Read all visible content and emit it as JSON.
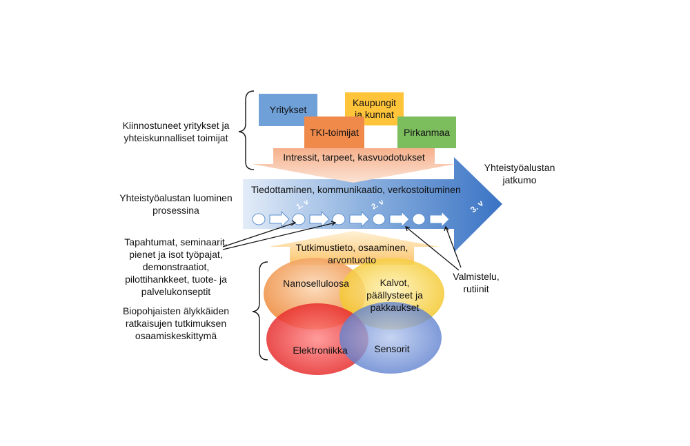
{
  "left_labels": {
    "actors": [
      "Kiinnostuneet yritykset ja",
      "yhteiskunnalliset toimijat"
    ],
    "process": [
      "Yhteistyöalustan luominen",
      "prosessina"
    ],
    "events": [
      "Tapahtumat, seminaarit,",
      "pienet ja isot työpajat,",
      "demonstraatiot,",
      "pilottihankkeet, tuote- ja",
      "palvelukonseptit"
    ],
    "research": [
      "Biopohjaisten älykkäiden",
      "ratkaisujen tutkimuksen",
      "osaamiskeskittymä"
    ]
  },
  "right_labels": {
    "continuation": [
      "Yhteistyöalustan",
      "jatkumo"
    ],
    "preparation": [
      "Valmistelu,",
      "rutiinit"
    ]
  },
  "actor_boxes": {
    "yritykset": "Yritykset",
    "kaupungit": [
      "Kaupungit",
      "ja kunnat"
    ],
    "tki": "TKI-toimijat",
    "pirkanmaa": "Pirkanmaa"
  },
  "interests_arrow": "Intressit, tarpeet, kasvuodotukset",
  "main_arrow": {
    "title": "Tiedottaminen, kommunikaatio, verkostoituminen",
    "years": [
      "1. v",
      "2. v",
      "3. v"
    ]
  },
  "research_arrow": [
    "Tutkimustieto, osaaminen,",
    "arvontuotto"
  ],
  "circles": {
    "nanoselluloosa": "Nanoselluloosa",
    "kalvot": [
      "Kalvot,",
      "päällysteet ja",
      "pakkaukset"
    ],
    "elektroniikka": "Elektroniikka",
    "sensorit": "Sensorit"
  },
  "colors": {
    "yritykset": "#6fa0d8",
    "kaupungit": "#ffc43a",
    "tki": "#f08a4b",
    "pirkanmaa": "#7cbd5e",
    "interests": "#f8c3a6",
    "main_arrow": "#5b8fcf",
    "research_arrow": "#fcd99a"
  }
}
